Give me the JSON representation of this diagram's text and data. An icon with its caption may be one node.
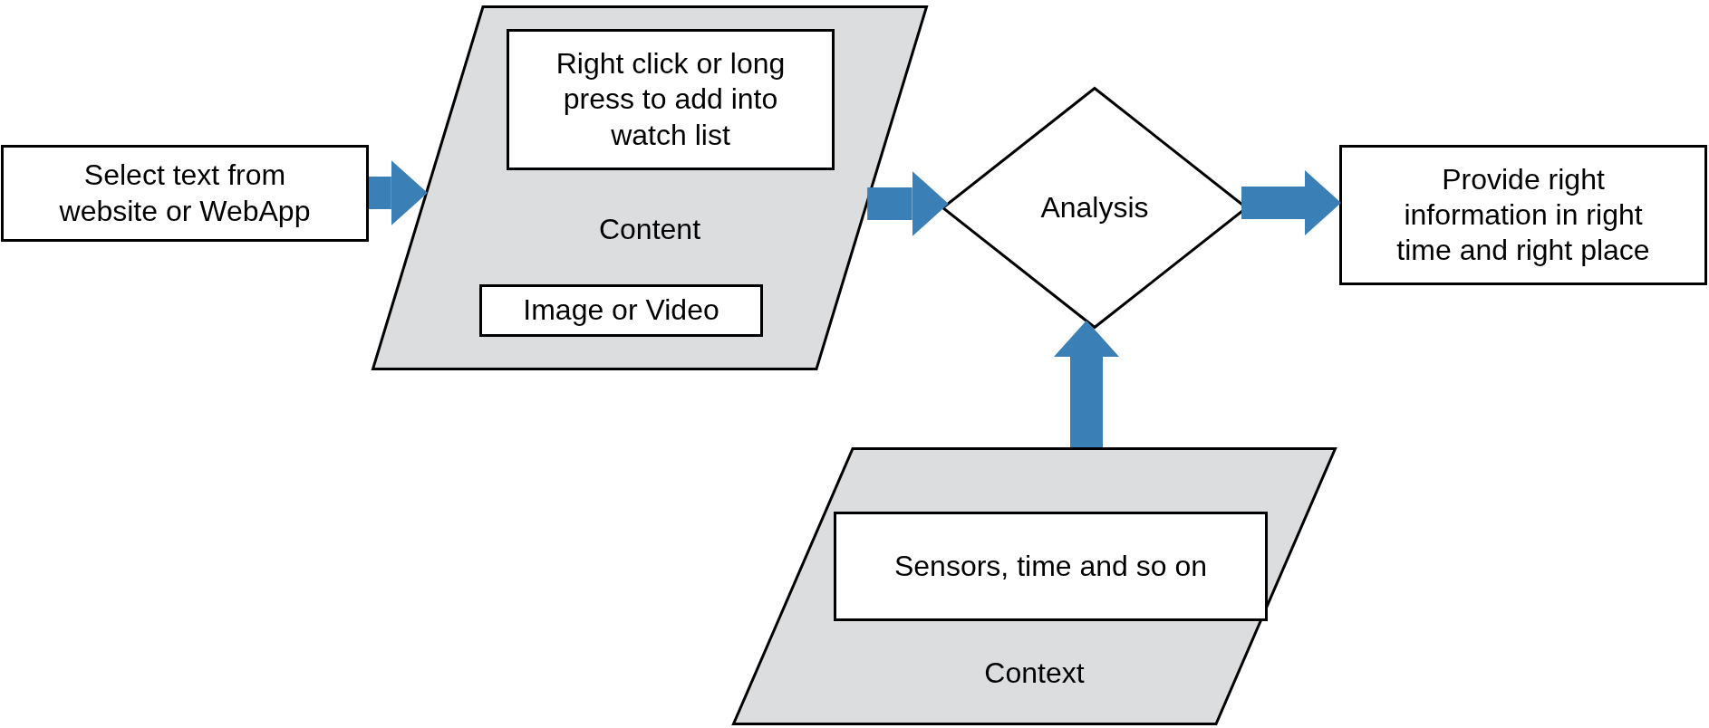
{
  "diagram": {
    "nodes": [
      {
        "text": [
          "Select text from website or WebApp"
        ]
      },
      {
        "text": [
          "Content"
        ]
      },
      {
        "text": [
          "Right click or long press to add into watch list"
        ],
        "in": 1
      },
      {
        "text": [
          "Image or Video"
        ],
        "in": 1
      },
      {
        "text": [
          "Analysis"
        ]
      },
      {
        "text": [
          "Provide right information in right time and right place"
        ]
      },
      {
        "text": [
          "Context"
        ]
      },
      {
        "text": [
          "Sensors, time and so on"
        ],
        "in": 6
      }
    ],
    "edges": [
      {
        "from": 0,
        "to": 1,
        "arrow": "to"
      },
      {
        "from": 1,
        "to": 4,
        "arrow": "to"
      },
      {
        "from": 4,
        "to": 5,
        "arrow": "to"
      },
      {
        "from": 6,
        "to": 4,
        "arrow": "to"
      }
    ]
  }
}
